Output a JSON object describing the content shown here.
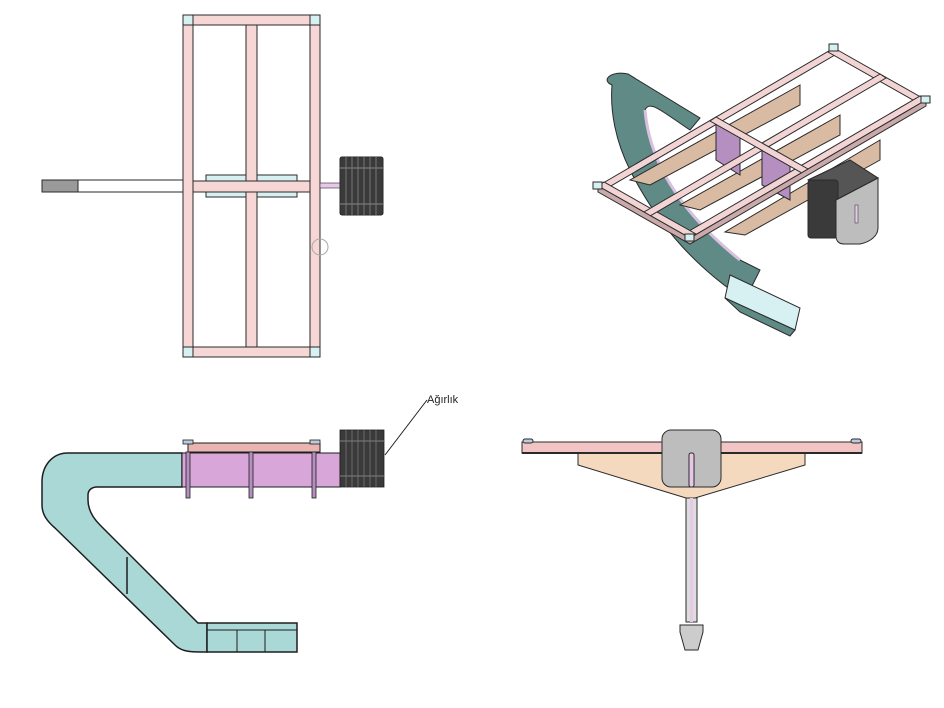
{
  "annotations": {
    "weight_label": "Ağırlık"
  },
  "views": [
    "top-view",
    "isometric-view",
    "side-view",
    "front-view"
  ],
  "colors": {
    "frame": "#f7d6d6",
    "frame_top": "#e9b5b0",
    "arm": "#a9d8d6",
    "arm_iso": "#5f8a86",
    "body": "#d8a6d8",
    "gusset": "#f5d9bf",
    "gusset_iso": "#d9bba3",
    "weight": "#3a3a3a",
    "housing": "#bdbdbd",
    "corner": "#d7f0f2",
    "outline": "#2a2a2a"
  }
}
